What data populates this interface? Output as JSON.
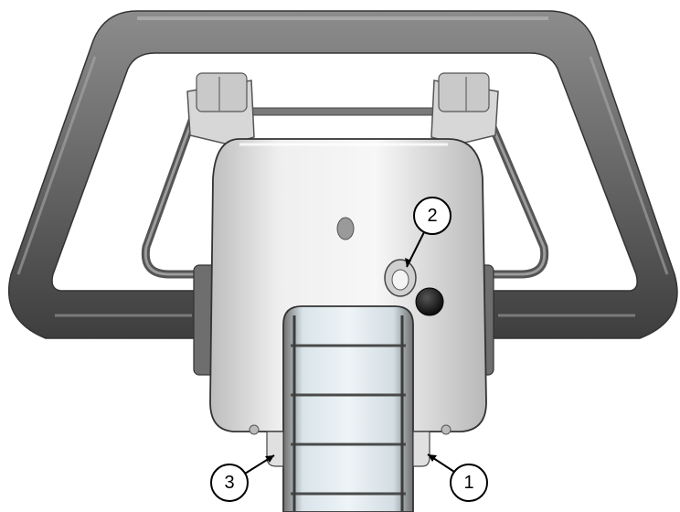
{
  "diagram": {
    "callouts": [
      {
        "id": "1",
        "label": "1"
      },
      {
        "id": "2",
        "label": "2"
      },
      {
        "id": "3",
        "label": "3"
      }
    ]
  },
  "colors": {
    "handle_dark": "#5a5a5a",
    "handle_light": "#9a9a9a",
    "housing_light": "#f2f2f2",
    "housing_shade": "#c8c8c8",
    "column_glass": "#e6eef2",
    "button_black": "#1a1a1a",
    "outline": "#000000"
  }
}
